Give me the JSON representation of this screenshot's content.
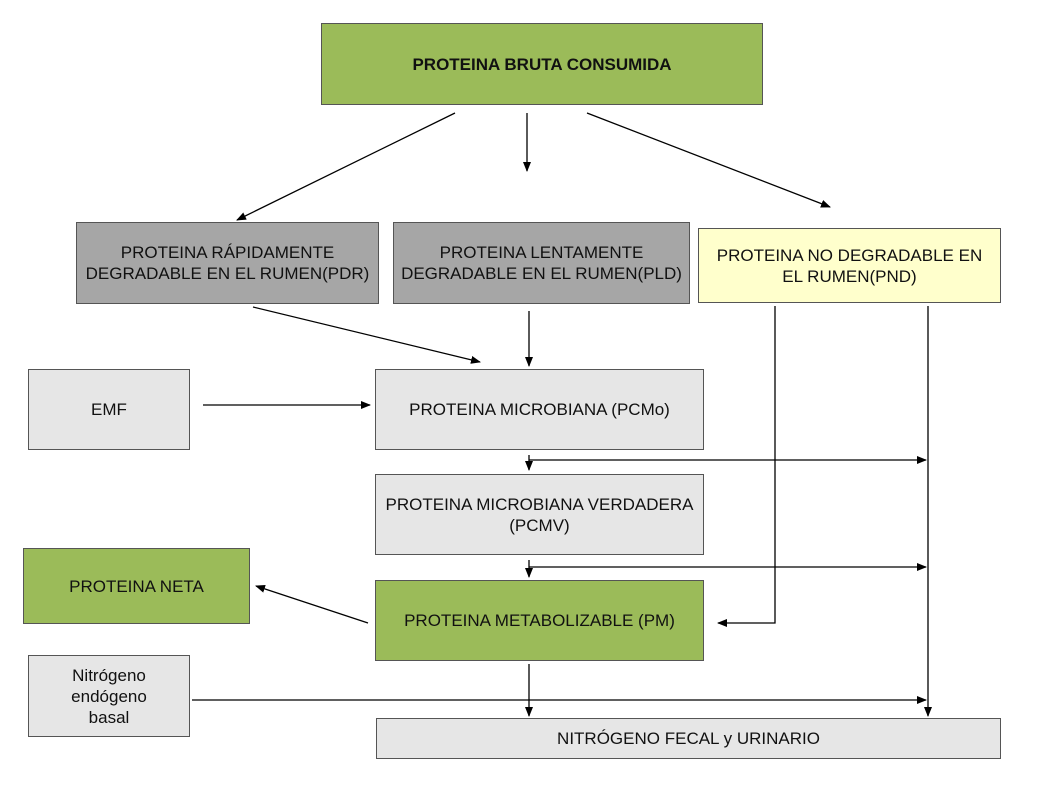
{
  "colors": {
    "green": "#9bbb59",
    "dark_gray": "#a6a6a6",
    "light_yellow": "#ffffcc",
    "light_gray": "#e6e6e6",
    "arrow": "#000000"
  },
  "nodes": {
    "bruta": "PROTEINA BRUTA CONSUMIDA",
    "pdr": "PROTEINA RÁPIDAMENTE DEGRADABLE EN EL RUMEN(PDR)",
    "pld": "PROTEINA LENTAMENTE DEGRADABLE EN EL RUMEN(PLD)",
    "pnd": "PROTEINA NO DEGRADABLE EN EL RUMEN(PND)",
    "emf": "EMF",
    "pcmo": "PROTEINA MICROBIANA (PCMo)",
    "pcmv": "PROTEINA MICROBIANA VERDADERA (PCMV)",
    "neta": "PROTEINA NETA",
    "pm": "PROTEINA METABOLIZABLE (PM)",
    "nitrogeno_endogeno": "Nitrógeno endógeno basal",
    "fecal": "NITRÓGENO FECAL y URINARIO"
  }
}
